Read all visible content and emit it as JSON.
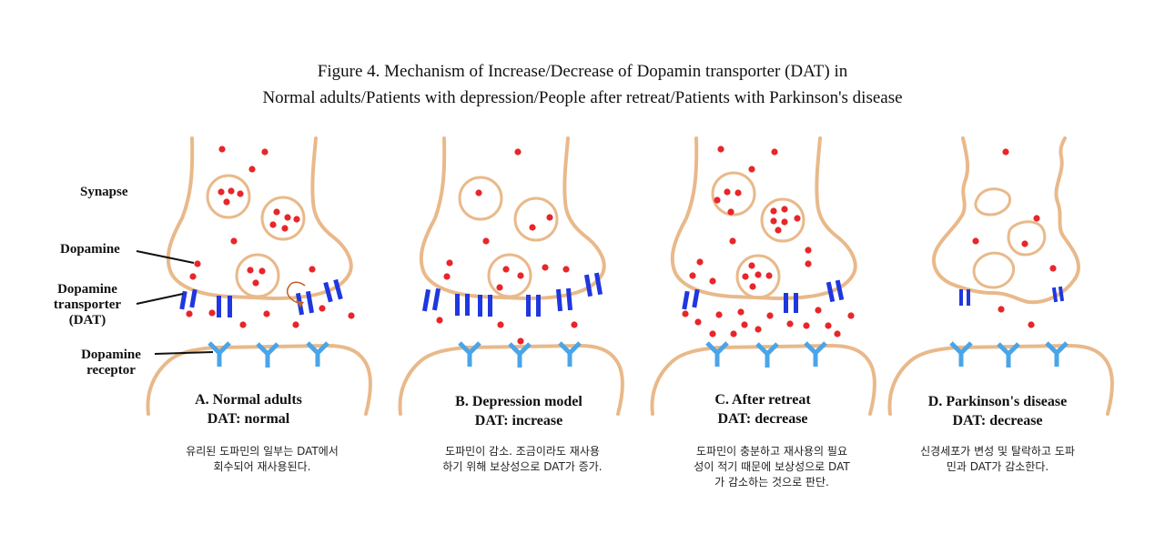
{
  "figure": {
    "title_line1": "Figure 4. Mechanism of Increase/Decrease of Dopamin transporter (DAT) in",
    "title_line2": "Normal adults/Patients with depression/People after retreat/Patients with Parkinson's disease"
  },
  "labels": {
    "synapse": "Synapse",
    "dopamine": "Dopamine",
    "dat_line1": "Dopamine",
    "dat_line2": "transporter",
    "dat_line3": "(DAT)",
    "receptor_line1": "Dopamine",
    "receptor_line2": "receptor"
  },
  "panels": [
    {
      "title": "A.    Normal adults",
      "status": "DAT: normal",
      "note_line1": "유리된 도파민의 일부는 DAT에서",
      "note_line2": "회수되어 재사용된다.",
      "note_line3": ""
    },
    {
      "title": "B. Depression model",
      "status": "DAT: increase",
      "note_line1": "도파민이 감소. 조금이라도 재사용",
      "note_line2": "하기 위해 보상성으로 DAT가 증가.",
      "note_line3": ""
    },
    {
      "title": "C. After retreat",
      "status": "DAT: decrease",
      "note_line1": "도파민이 충분하고 재사용의 필요",
      "note_line2": "성이 적기 때문에 보상성으로 DAT",
      "note_line3": "가 감소하는 것으로 판단."
    },
    {
      "title": "D. Parkinson's disease",
      "status": "DAT: decrease",
      "note_line1": "신경세포가 변성 및 탈락하고 도파",
      "note_line2": "민과 DAT가 감소한다.",
      "note_line3": ""
    }
  ],
  "colors": {
    "membrane": "#e9b98a",
    "dopamine": "#e8262a",
    "transporter": "#1f37e0",
    "receptor": "#4aa5e8"
  }
}
